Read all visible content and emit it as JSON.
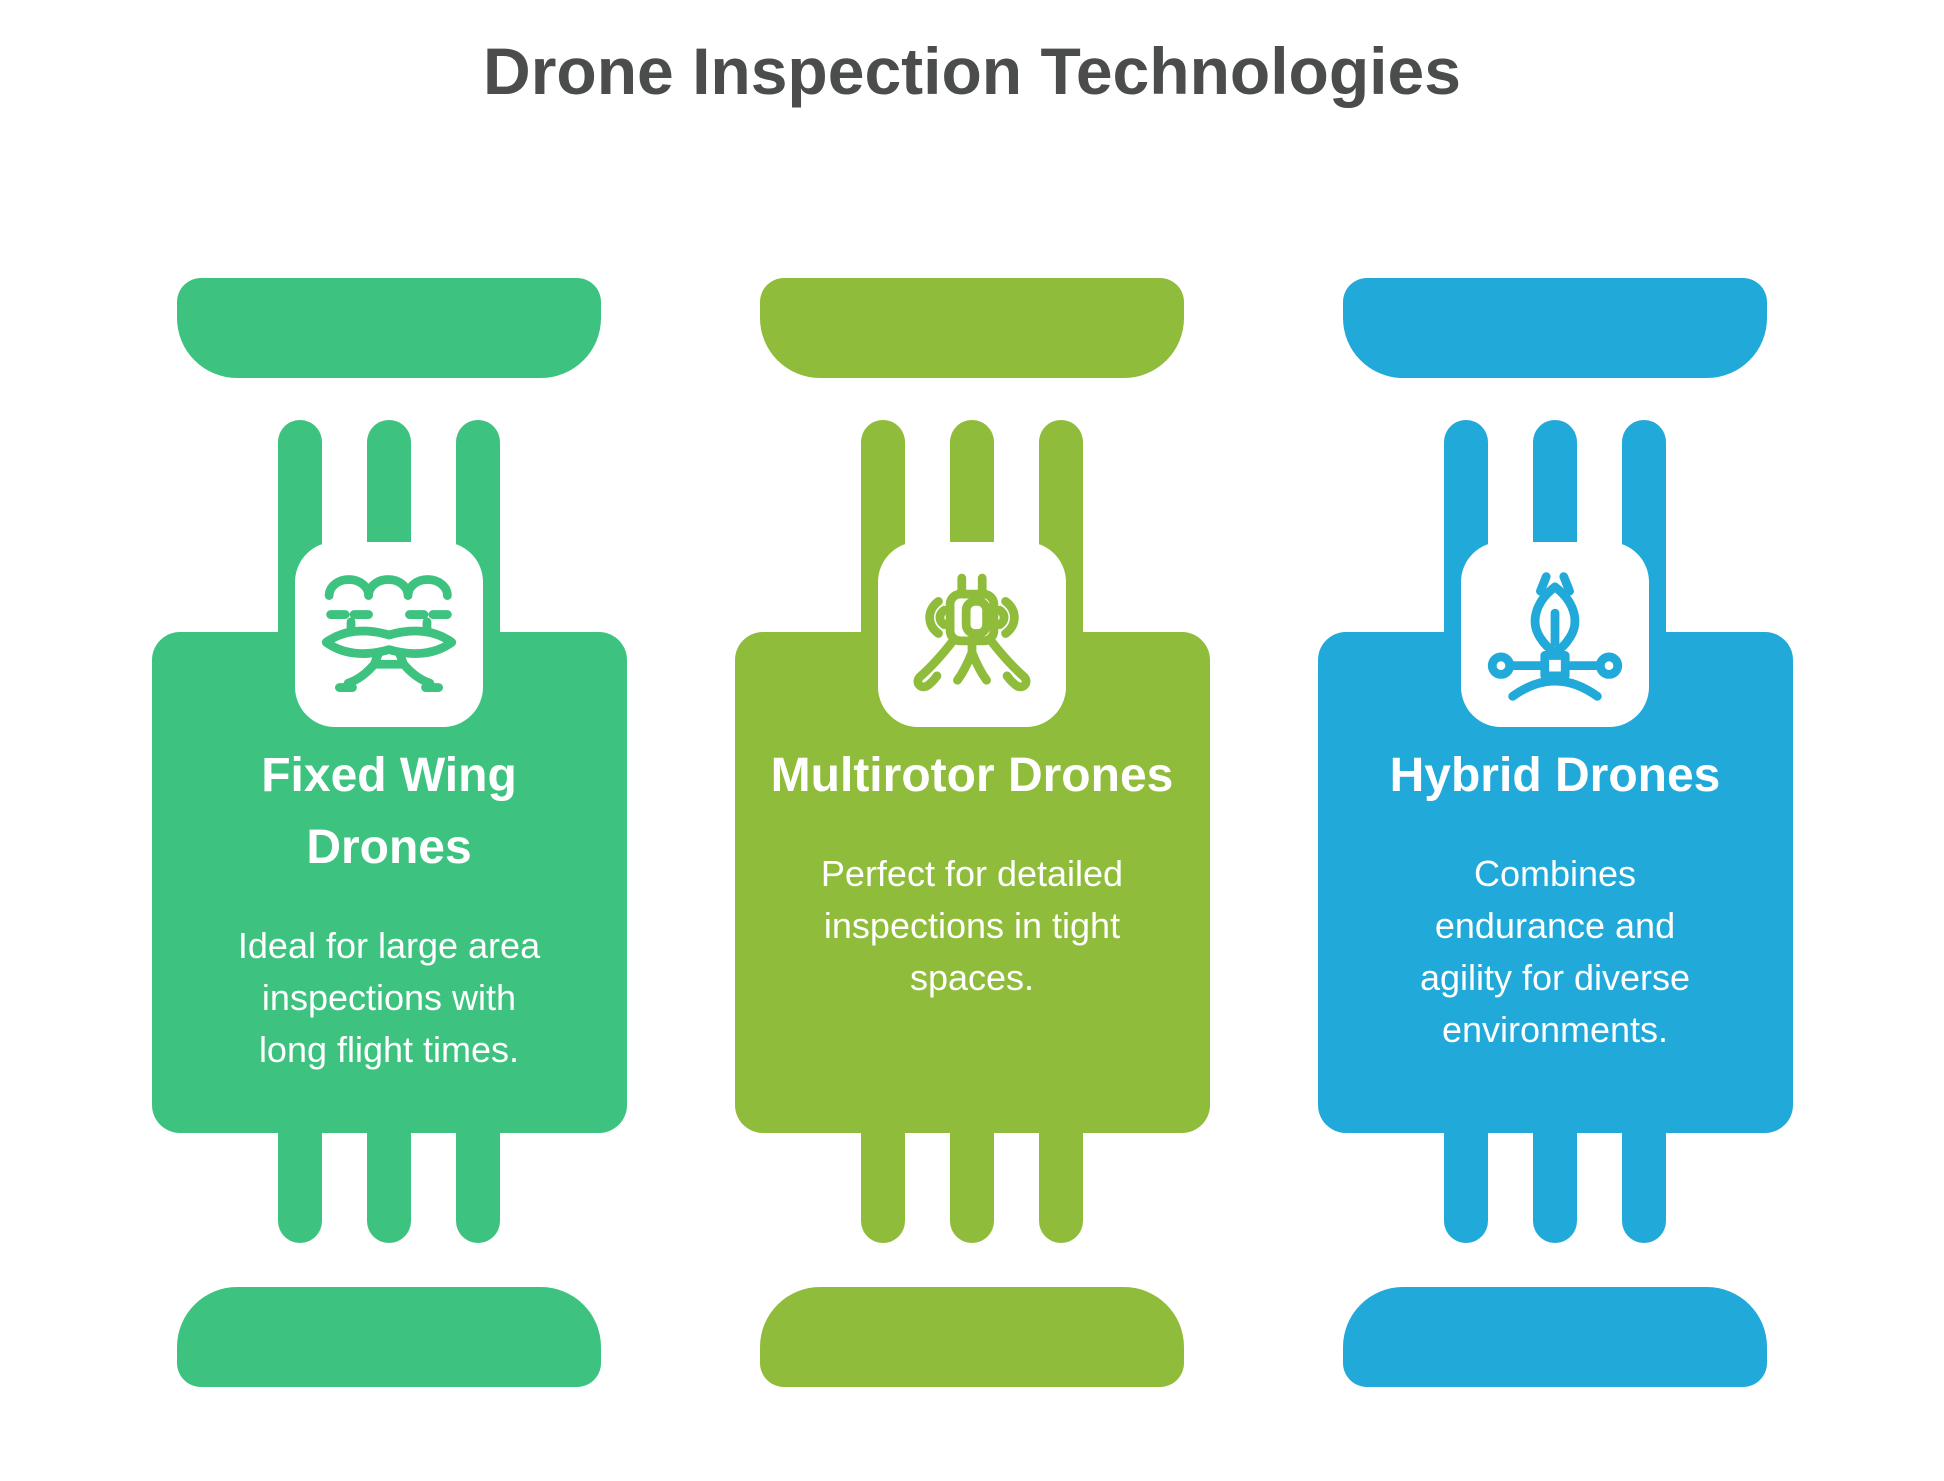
{
  "title": "Drone Inspection Technologies",
  "title_color": "#4a4d4c",
  "background_color": "#ffffff",
  "card_text_color": "#ffffff",
  "columns": [
    {
      "title": "Fixed Wing Drones",
      "description_lines": [
        "Ideal for large area",
        "inspections with",
        "long flight times."
      ],
      "color": "#3dc37f",
      "icon": "fixed-wing-drone-icon"
    },
    {
      "title": "Multirotor Drones",
      "description_lines": [
        "Perfect for detailed",
        "inspections in tight",
        "spaces."
      ],
      "color": "#8fbc3a",
      "icon": "multirotor-drone-icon"
    },
    {
      "title": "Hybrid Drones",
      "description_lines": [
        "Combines",
        "endurance and",
        "agility for diverse",
        "environments."
      ],
      "color": "#21a9d9",
      "icon": "hybrid-drone-icon"
    }
  ]
}
